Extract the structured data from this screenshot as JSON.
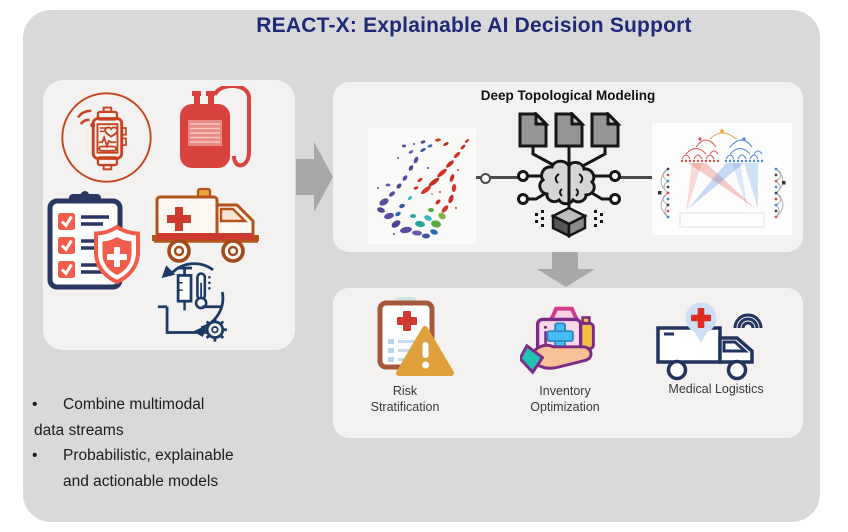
{
  "slide": {
    "title": "REACT-X: Explainable AI Decision Support"
  },
  "input_panel": {
    "icons": [
      "smartwatch-vitals-icon",
      "blood-bag-icon",
      "ambulance-icon",
      "checklist-shield-icon",
      "vaccine-supply-cycle-icon"
    ]
  },
  "modeling_panel": {
    "title": "Deep Topological Modeling",
    "images": [
      "topology-scatter-image",
      "documents-brain-network-icon",
      "hierarchical-arcs-image"
    ]
  },
  "outputs_panel": {
    "items": [
      {
        "icon": "risk-clipboard-warning-icon",
        "line1": "Risk",
        "line2": "Stratification"
      },
      {
        "icon": "inventory-kit-hand-icon",
        "line1": "Inventory",
        "line2": "Optimization"
      },
      {
        "icon": "medical-logistics-truck-icon",
        "line1": "Medical Logistics",
        "line2": ""
      }
    ]
  },
  "notes": {
    "bullet": "•",
    "bullet1_line1": "Combine multimodal",
    "bullet1_line2": "data streams",
    "bullet2_line1": "Probabilistic, explainable",
    "bullet2_line2": "and actionable models"
  },
  "colors": {
    "background_gray": "#d9d9d9",
    "panel": "#f3f2f0",
    "title_navy": "#1e2a78",
    "arrow_gray": "#a8a8a8"
  }
}
